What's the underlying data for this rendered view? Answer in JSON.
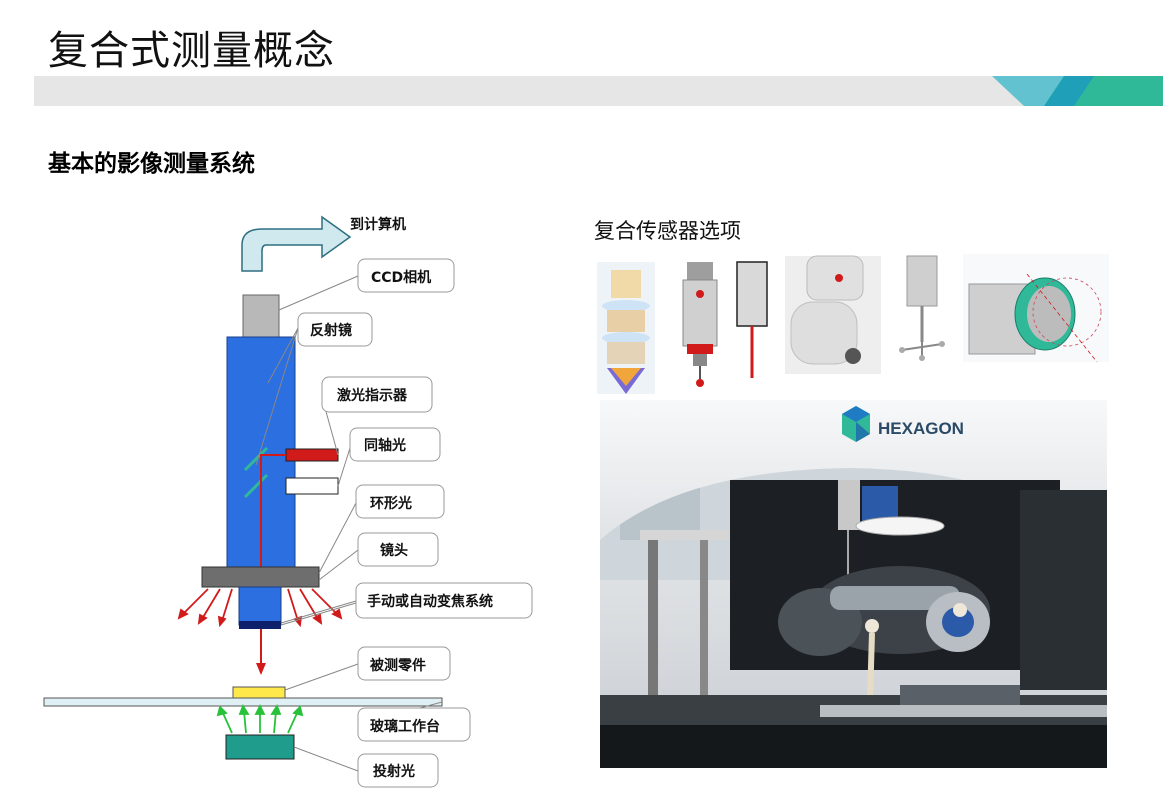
{
  "page": {
    "title": "复合式测量概念",
    "subtitle": "基本的影像测量系统"
  },
  "diagram": {
    "to_computer": "到计算机",
    "labels": [
      "CCD相机",
      "反射镜",
      "激光指示器",
      "同轴光",
      "环形光",
      "镜头",
      "手动或自动变焦系统",
      "被测零件",
      "玻璃工作台",
      "投射光"
    ]
  },
  "sensors": {
    "label": "复合传感器选项"
  },
  "photo": {
    "brand": "HEXAGON"
  },
  "colors": {
    "title_bar_gray": "#e6e6e6",
    "accent_teal": "#62c2cf",
    "accent_green": "#2fb999",
    "column_blue": "#2b6fe0",
    "laser_red": "#d11a1a",
    "part_yellow": "#ffe84a",
    "light_teal_box": "#1f9c8c"
  }
}
